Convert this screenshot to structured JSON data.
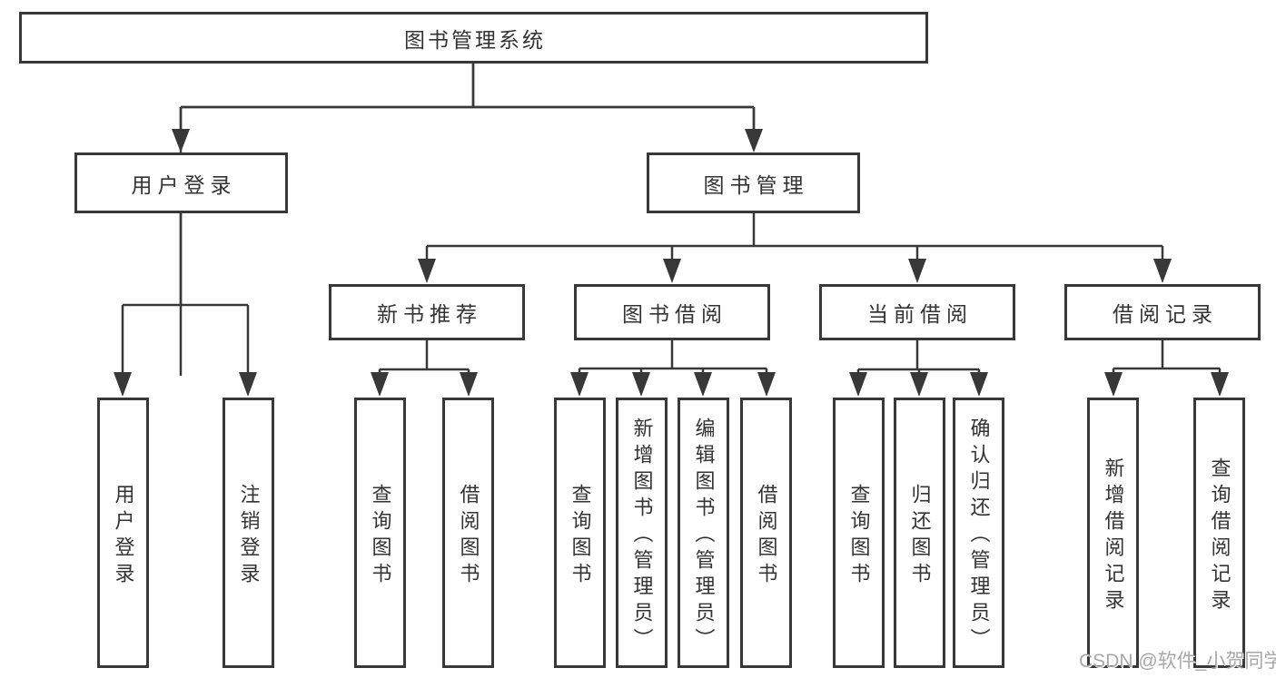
{
  "diagram": {
    "root": {
      "label": "图书管理系统"
    },
    "level2": {
      "user_login": "用户登录",
      "book_management": "图书管理"
    },
    "level3": {
      "new_books": "新书推荐",
      "book_borrowing": "图书借阅",
      "current_borrowing": "当前借阅",
      "borrowing_records": "借阅记录"
    },
    "leaves": {
      "user_login": [
        "用户登录",
        "注销登录"
      ],
      "new_books": [
        "查询图书",
        "借阅图书"
      ],
      "book_borrowing": [
        "查询图书",
        "新增图书（管理员）",
        "编辑图书（管理员）",
        "借阅图书"
      ],
      "current_borrowing": [
        "查询图书",
        "归还图书",
        "确认归还（管理员）"
      ],
      "borrowing_records": [
        "新增借阅记录",
        "查询借阅记录"
      ]
    },
    "colors": {
      "line": "#383838",
      "text": "#333333",
      "background": "#ffffff",
      "watermark": "#a8a8a8"
    }
  },
  "watermark": {
    "text": "CSDN @软件_小贺同学"
  }
}
